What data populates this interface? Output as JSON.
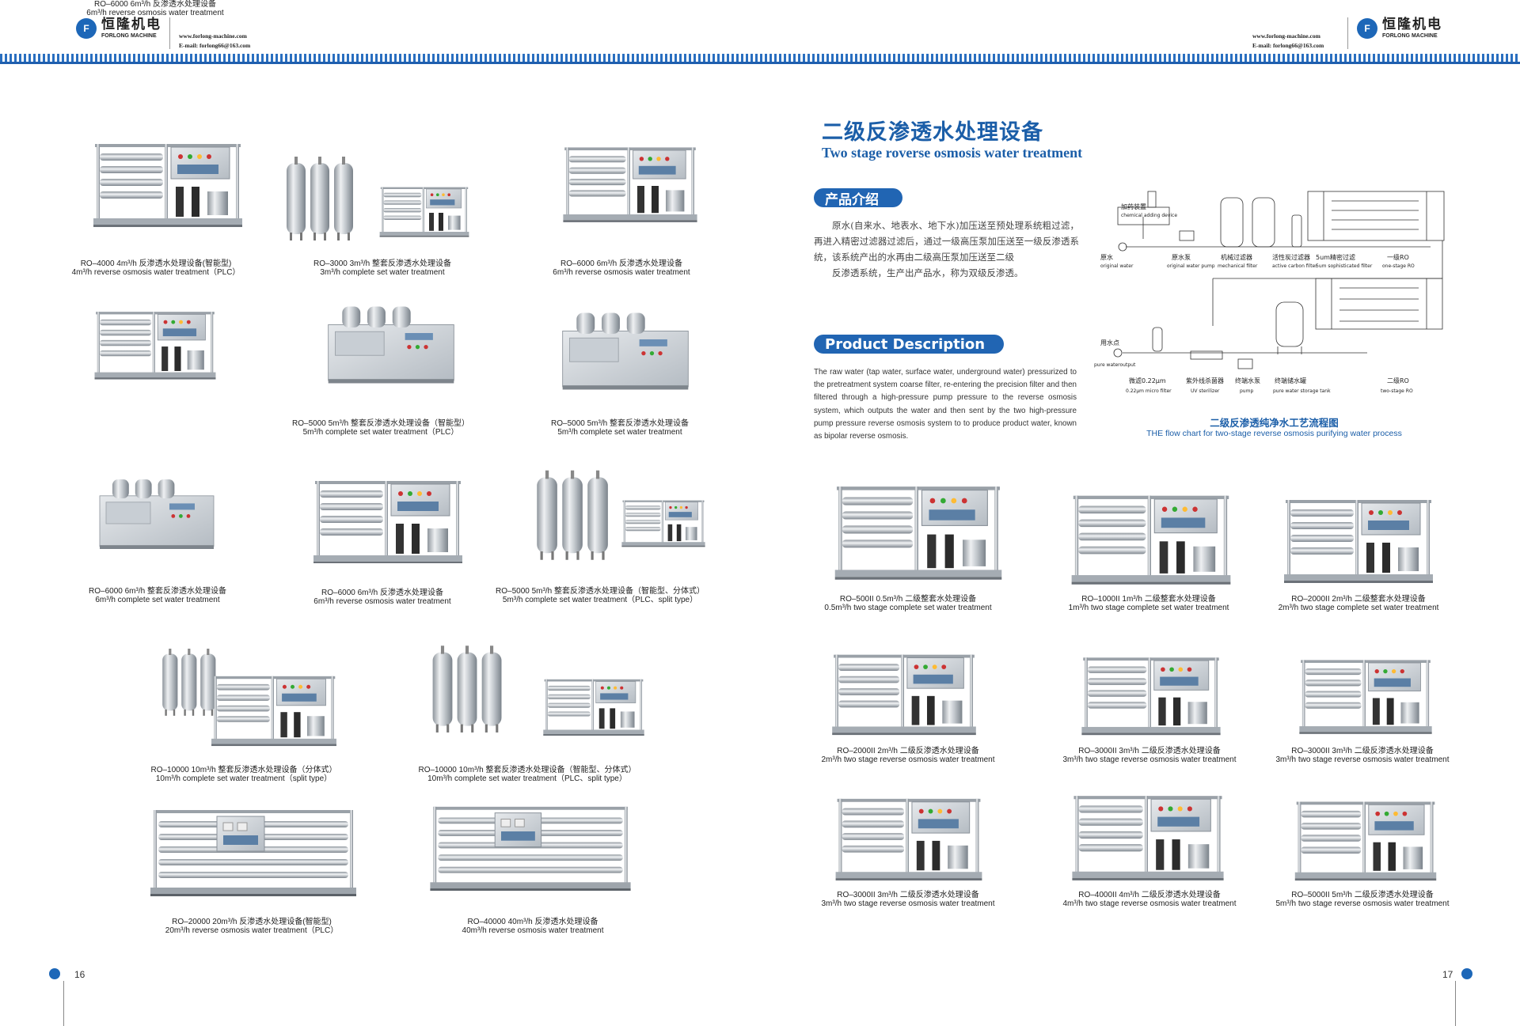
{
  "header": {
    "brand_cn": "恒隆机电",
    "brand_en": "FORLONG MACHINE",
    "brand_small": "FORLONG",
    "website": "www.forlong-machine.com",
    "email": "E-mail: forlong66@163.com"
  },
  "left_products": [
    {
      "model": "RO–4000  4m³/h 反渗透水处理设备(智能型)",
      "desc": "4m³/h  reverse osmosis water treatment（PLC）"
    },
    {
      "model": "RO–3000  3m³/h 整套反渗透水处理设备",
      "desc": "3m³/h  complete set water treatment"
    },
    {
      "model": "RO–6000  6m³/h 反渗透水处理设备",
      "desc": "6m³/h  reverse osmosis water treatment"
    },
    {
      "model": "RO–6000  6m³/h 反渗透水处理设备",
      "desc": "6m³/h  reverse osmosis water treatment"
    },
    {
      "model": "RO–5000  5m³/h 整套反渗透水处理设备（智能型）",
      "desc": "5m³/h  complete set water treatment（PLC）"
    },
    {
      "model": "RO–5000  5m³/h 整套反渗透水处理设备",
      "desc": "5m³/h  complete set water treatment"
    },
    {
      "model": "RO–6000  6m³/h 整套反渗透水处理设备",
      "desc": "6m³/h  complete set water treatment"
    },
    {
      "model": "RO–6000  6m³/h 反渗透水处理设备",
      "desc": "6m³/h reverse osmosis water treatment"
    },
    {
      "model": "RO–5000  5m³/h 整套反渗透水处理设备（智能型、分体式）",
      "desc": "5m³/h  complete set water treatment（PLC、split type）"
    },
    {
      "model": "RO–10000  10m³/h 整套反渗透水处理设备（分体式）",
      "desc": "10m³/h  complete set water treatment（split type）"
    },
    {
      "model": "RO–10000  10m³/h 整套反渗透水处理设备（智能型、分体式）",
      "desc": "10m³/h  complete set water treatment（PLC、split type）"
    },
    {
      "model": "RO–20000  20m³/h 反渗透水处理设备(智能型)",
      "desc": "20m³/h  reverse osmosis water treatment（PLC）"
    },
    {
      "model": "RO–40000  40m³/h 反渗透水处理设备",
      "desc": "40m³/h  reverse osmosis water treatment"
    }
  ],
  "right_page": {
    "title_cn": "二级反渗透水处理设备",
    "title_en": "Two stage roverse osmosis water treatment",
    "intro_heading": "产品介绍",
    "intro_cn_1": "原水(自来水、地表水、地下水)加压送至预处理系统粗过滤，再进入精密过滤器过滤后，通过一级高压泵加压送至一级反渗透系统，该系统产出的水再由二级高压泵加压送至二级",
    "intro_cn_2": "反渗透系统，生产出产品水，称为双级反渗透。",
    "desc_heading": "Product Description",
    "intro_en": "The raw water (tap water, surface water, underground water) pressurized to the pretreatment system coarse filter, re-entering the precision filter and then filtered through a high-pressure pump pressure to the reverse osmosis system, which outputs the water and then sent by the two high-pressure pump pressure reverse osmosis system to to produce product water, known as bipolar reverse osmosis.",
    "flow_title_cn": "二级反渗透纯净水工艺流程图",
    "flow_title_en": "THE flow chart for two-stage reverse osmosis purifying water process",
    "flow": {
      "chemical_cn": "加药装置",
      "chemical_en": "chemical adding device",
      "raw_cn": "原水",
      "raw_en": "original water",
      "pump_cn": "原水泵",
      "pump_en": "original water pump",
      "mech_cn": "机械过滤器",
      "mech_en": "mechanical filter",
      "carbon_cn": "活性炭过滤器",
      "carbon_en": "active carbon filter",
      "micro5_cn": "5um精密过滤",
      "micro5_en": "5um sophisticated filter",
      "ro1_cn": "一级RO",
      "ro1_en": "one-stage RO",
      "out_cn": "用水点",
      "out_en": "pure wateroutput",
      "micro022_cn": "微滤0.22μm",
      "micro022_en": "0.22μm micro filter",
      "uv_cn": "紫外线杀菌器",
      "uv_en": "UV sterilizer",
      "pump2_cn": "终端水泵",
      "pump2_en": "pump",
      "tank_cn": "终端储水罐",
      "tank_en": "pure water storage tank",
      "ro2_cn": "二级RO",
      "ro2_en": "two-stage RO"
    }
  },
  "right_products": [
    {
      "model": "RO–500II  0.5m³/h 二级整套水处理设备",
      "desc": "0.5m³/h two stage complete set water treatment"
    },
    {
      "model": "RO–1000II  1m³/h 二级整套水处理设备",
      "desc": "1m³/h two stage complete set water treatment"
    },
    {
      "model": "RO–2000II  2m³/h 二级整套水处理设备",
      "desc": "2m³/h two stage complete set water treatment"
    },
    {
      "model": "RO–2000II  2m³/h 二级反渗透水处理设备",
      "desc": "2m³/h two stage reverse osmosis water treatment"
    },
    {
      "model": "RO–3000II  3m³/h 二级反渗透水处理设备",
      "desc": "3m³/h two stage reverse osmosis water treatment"
    },
    {
      "model": "RO–3000II  3m³/h 二级反渗透水处理设备",
      "desc": "3m³/h two stage reverse osmosis water treatment"
    },
    {
      "model": "RO–3000II  3m³/h 二级反渗透水处理设备",
      "desc": "3m³/h two stage reverse osmosis water treatment"
    },
    {
      "model": "RO–4000II  4m³/h 二级反渗透水处理设备",
      "desc": "4m³/h two stage reverse osmosis water treatment"
    },
    {
      "model": "RO–5000II  5m³/h 二级反渗透水处理设备",
      "desc": "5m³/h two stage reverse osmosis water treatment"
    }
  ],
  "footer": {
    "left_page": "16",
    "right_page": "17"
  }
}
